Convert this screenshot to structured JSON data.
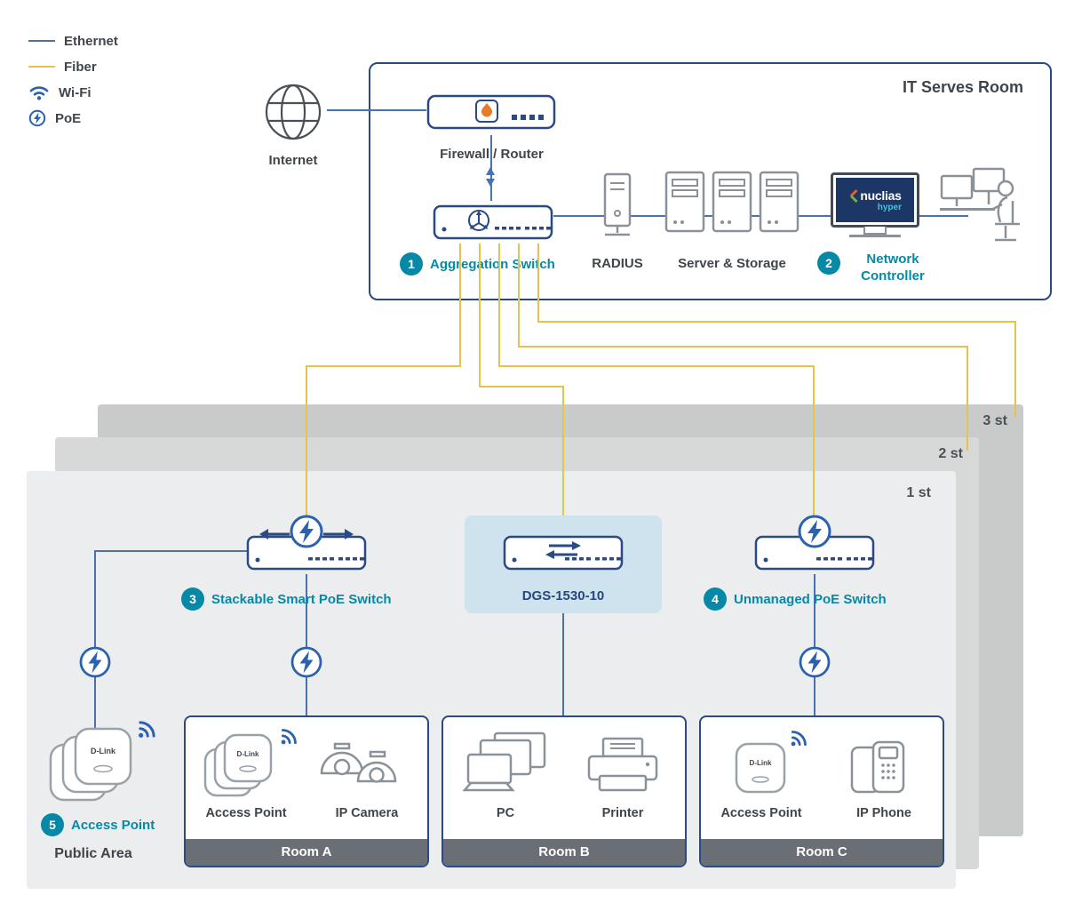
{
  "legend": {
    "items": [
      {
        "label": "Ethernet"
      },
      {
        "label": "Fiber"
      },
      {
        "label": "Wi-Fi"
      },
      {
        "label": "PoE"
      }
    ]
  },
  "brands": {
    "dlink": "D-Link",
    "nuclias": "nuclias",
    "nuclias_sub": "hyper"
  },
  "it_room": {
    "title": "IT Serves Room",
    "internet_label": "Internet",
    "firewall_label": "Firewall / Router",
    "aggregation_badge": "1",
    "aggregation_label": "Aggregation Switch",
    "radius_label": "RADIUS",
    "servers_label": "Server & Storage",
    "controller_badge": "2",
    "controller_label_line1": "Network",
    "controller_label_line2": "Controller"
  },
  "floors": {
    "f3": "3 st",
    "f2": "2 st",
    "f1": "1 st"
  },
  "floor1": {
    "stackable_badge": "3",
    "stackable_label": "Stackable Smart PoE Switch",
    "dgs_label": "DGS-1530-10",
    "unmanaged_badge": "4",
    "unmanaged_label": "Unmanaged PoE Switch",
    "public_badge": "5",
    "public_ap_label": "Access Point",
    "public_area_label": "Public Area",
    "rooms": [
      {
        "name": "Room A",
        "dev1": "Access Point",
        "dev2": "IP Camera"
      },
      {
        "name": "Room B",
        "dev1": "PC",
        "dev2": "Printer"
      },
      {
        "name": "Room C",
        "dev1": "Access Point",
        "dev2": "IP Phone"
      }
    ]
  },
  "colors": {
    "ethernet": "#4a71b4",
    "fiber": "#e5c44c",
    "accent_teal": "#0689a6",
    "device_outline": "#2a4a85",
    "gray_outline": "#8a9199",
    "room_footer": "#6a6f75",
    "dgs_highlight": "#cfe3ee"
  }
}
